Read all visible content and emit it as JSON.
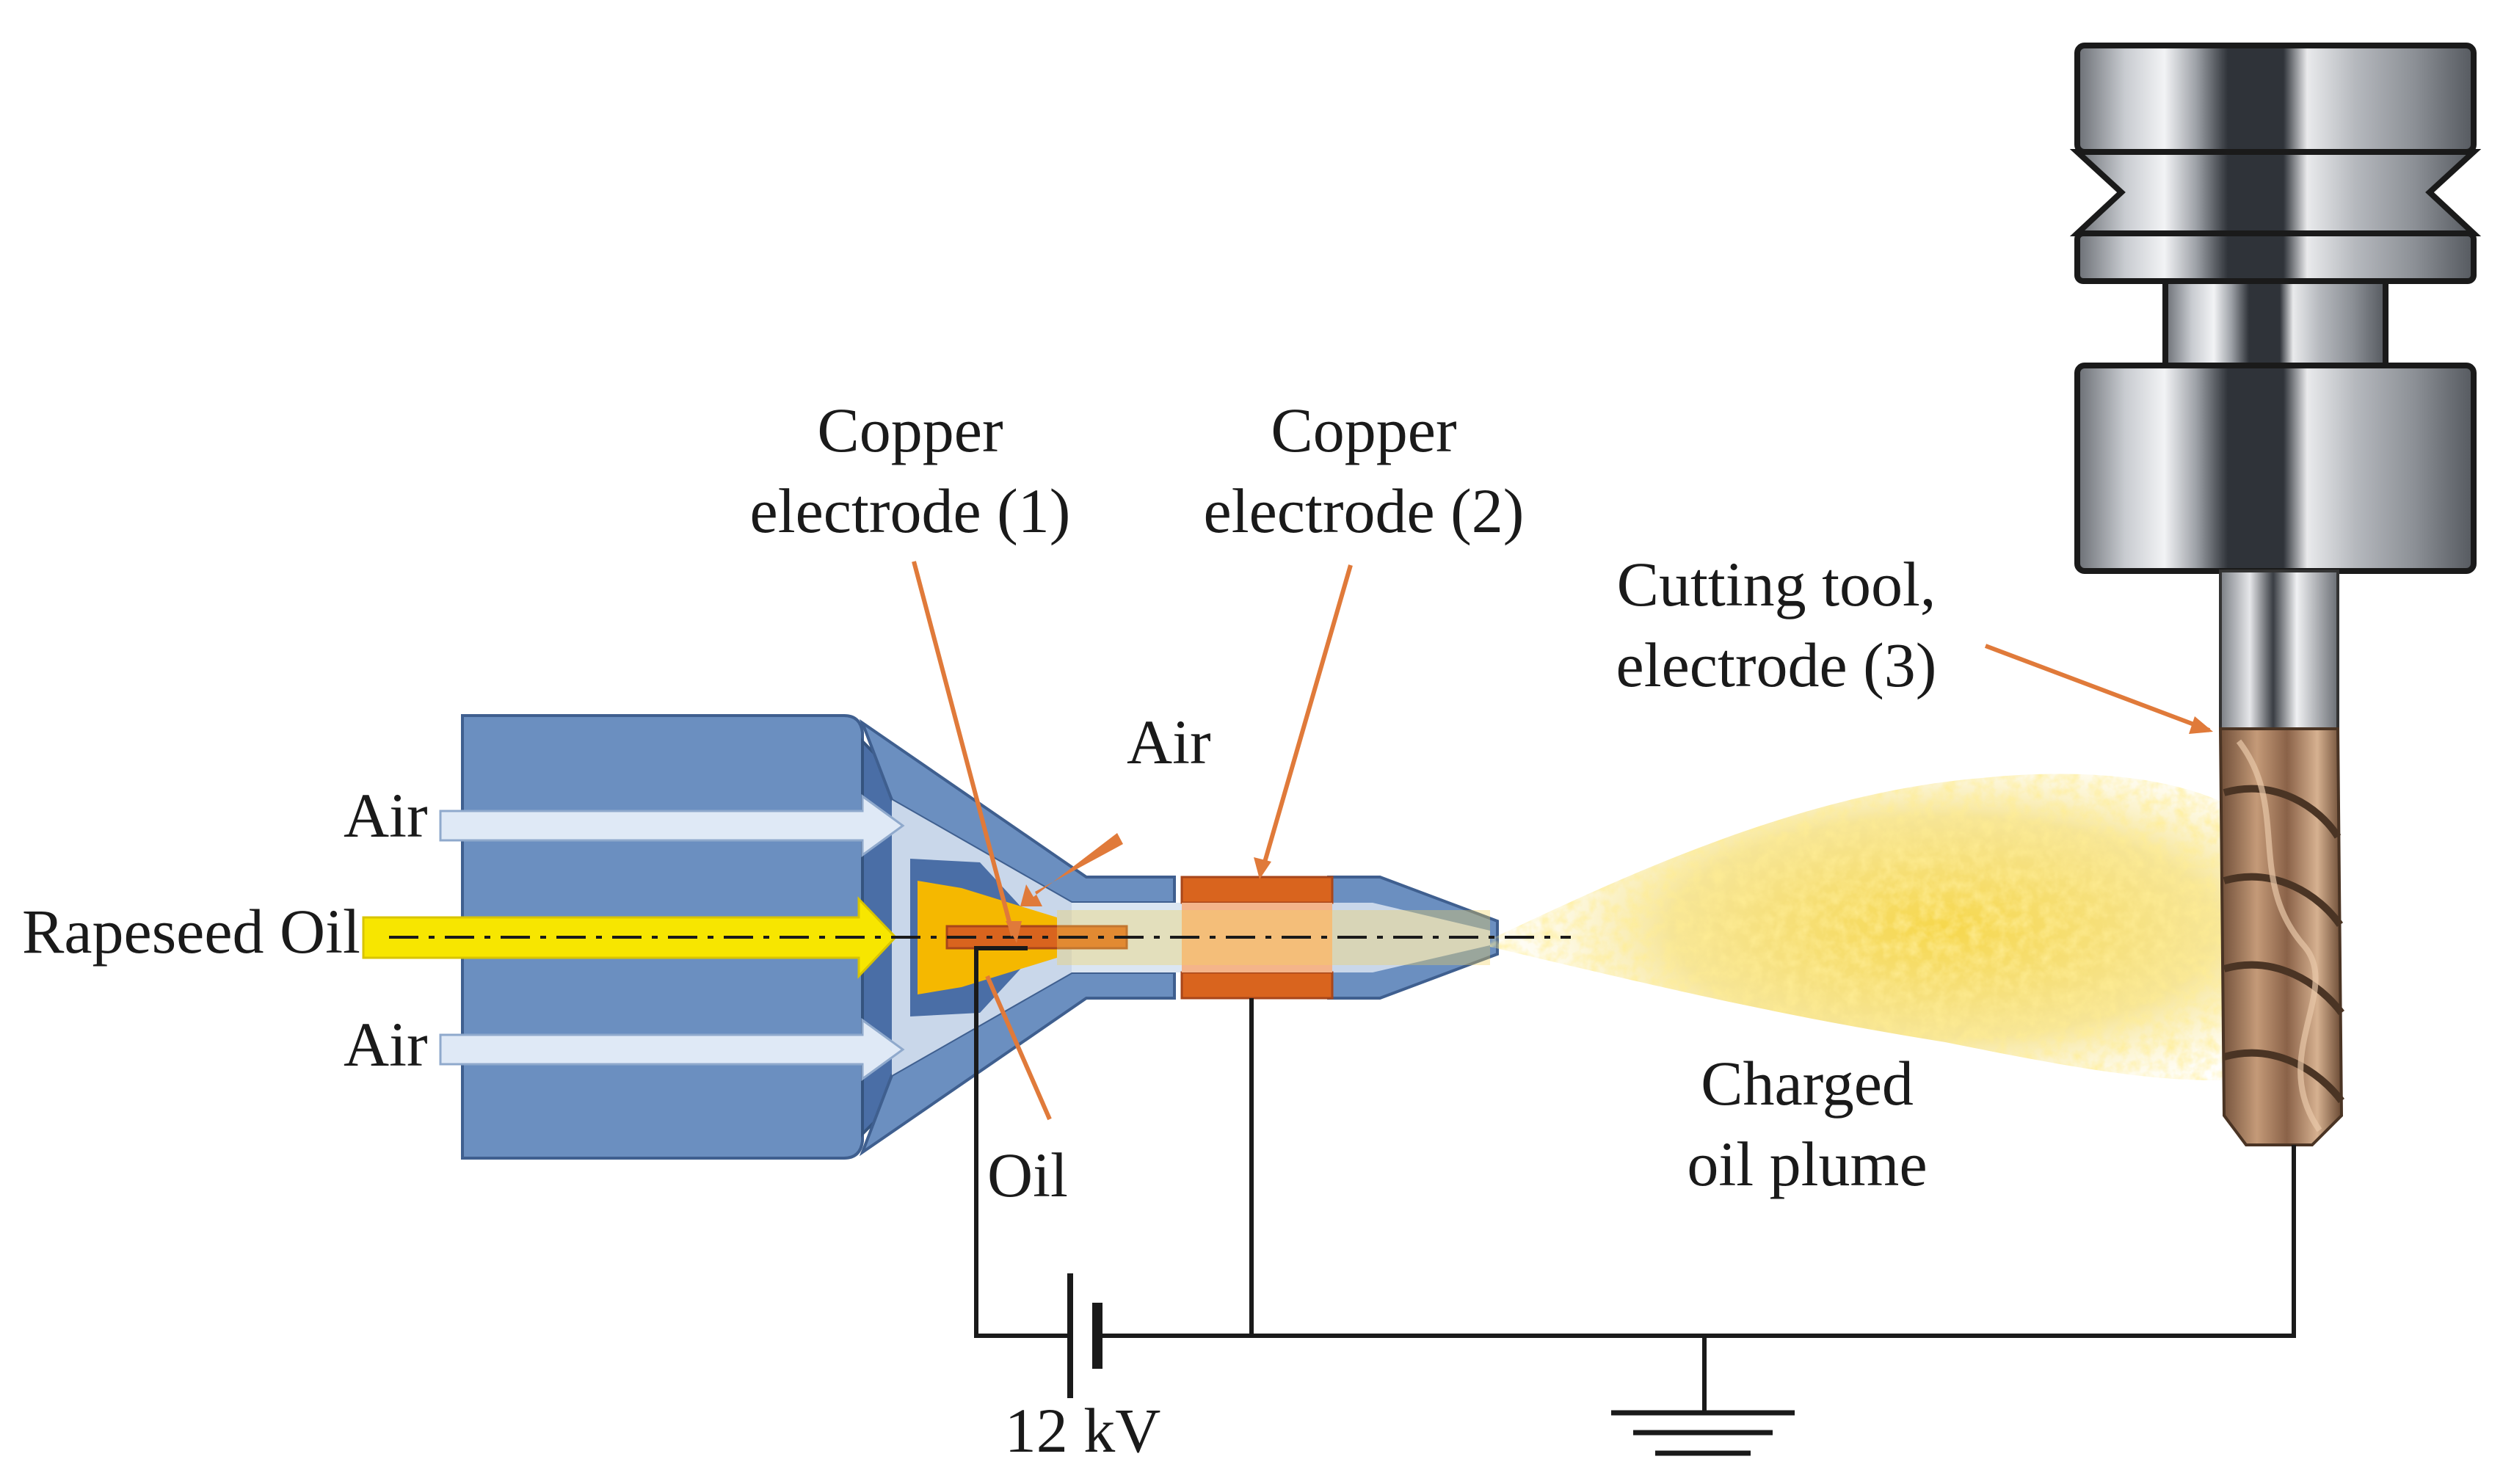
{
  "labels": {
    "air_top": "Air",
    "rapeseed_oil": "Rapeseed Oil",
    "air_bottom": "Air",
    "air_inner": "Air",
    "oil": "Oil",
    "electrode1_line1": "Copper",
    "electrode1_line2": "electrode (1)",
    "electrode2_line1": "Copper",
    "electrode2_line2": "electrode (2)",
    "tool_line1": "Cutting tool,",
    "tool_line2": "electrode (3)",
    "plume_line1": "Charged",
    "plume_line2": "oil plume",
    "voltage": "12 kV"
  },
  "colors": {
    "nozzle_body": "#6b8fc0",
    "nozzle_dark": "#4a6ea6",
    "nozzle_light": "#c9d7ea",
    "air_arrow": "#dfe9f6",
    "oil_yellow": "#f7e600",
    "oil_orange": "#f5b800",
    "copper": "#d9641e",
    "copper_core": "#f4b48a",
    "leader": "#e07a3a",
    "plume": "#f3d25a",
    "tool_bronze": "#a0775a",
    "holder_dark": "#2e3238",
    "holder_light": "#d8dade"
  },
  "icons": {
    "battery": "battery-icon",
    "ground": "ground-icon"
  }
}
